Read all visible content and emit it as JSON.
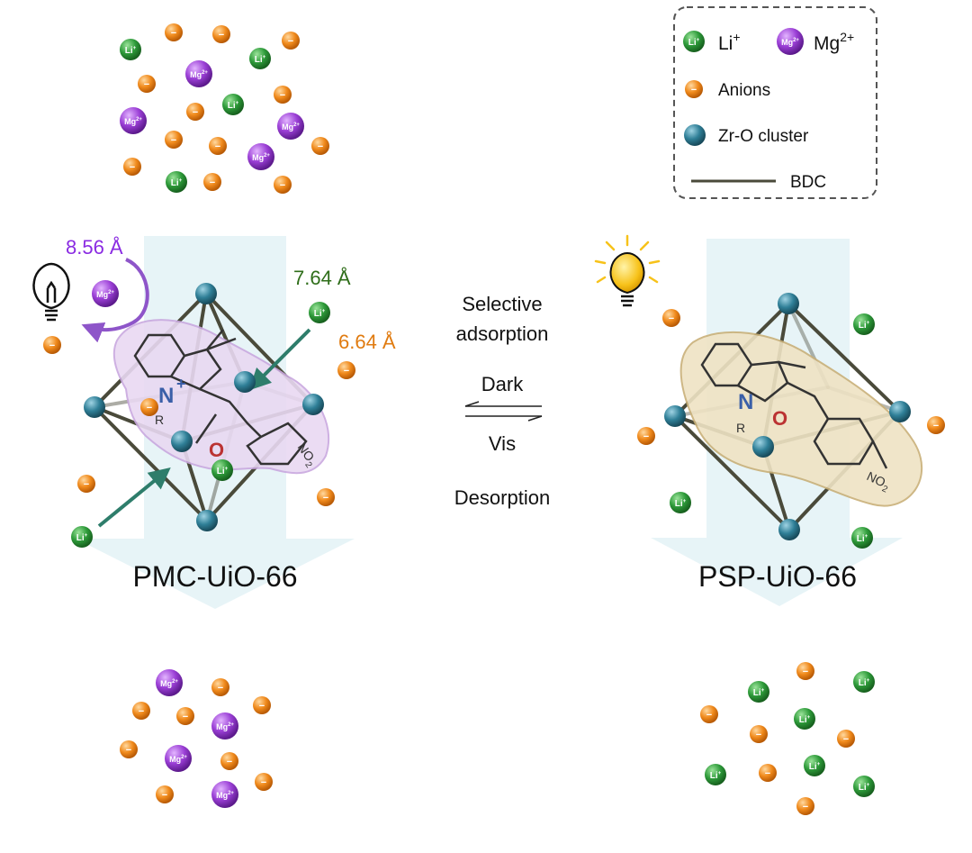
{
  "legend": {
    "li_label": "Li",
    "li_sup": "+",
    "mg_label": "Mg",
    "mg_sup": "2+",
    "anion_label": "Anions",
    "zr_label": "Zr-O cluster",
    "bdc_label": "BDC"
  },
  "ion_text": {
    "li": "Li",
    "li_sup": "+",
    "mg": "Mg",
    "mg_sup": "2+",
    "anion": "−"
  },
  "left_framework": {
    "name": "PMC-UiO-66",
    "dist_mg": "8.56 Å",
    "dist_li": "7.64 Å",
    "dist_anion": "6.64 Å"
  },
  "right_framework": {
    "name": "PSP-UiO-66"
  },
  "center": {
    "selective": "Selective",
    "adsorption": "adsorption",
    "dark": "Dark",
    "vis": "Vis",
    "desorption": "Desorption"
  },
  "molecule_labels": {
    "nitrogen": "N",
    "oxygen": "O",
    "plus": "+",
    "r": "R",
    "nitro": "NO",
    "nitro_sub": "2"
  },
  "colors": {
    "li": "#2e9b3a",
    "mg": "#9b3fd6",
    "anion": "#f08a1c",
    "zr": "#2f7f97",
    "bdc": "#4a4a3a",
    "mg_text": "#8a2be2",
    "li_text": "#2f6e1a",
    "anion_text": "#e07b10",
    "arrow_teal": "#2e7d6b",
    "pmc_cloud": "#e9d9f2",
    "psp_cloud": "#efe3c4",
    "flow": "#dff0f4",
    "bulb_on": "#f7c21a"
  }
}
